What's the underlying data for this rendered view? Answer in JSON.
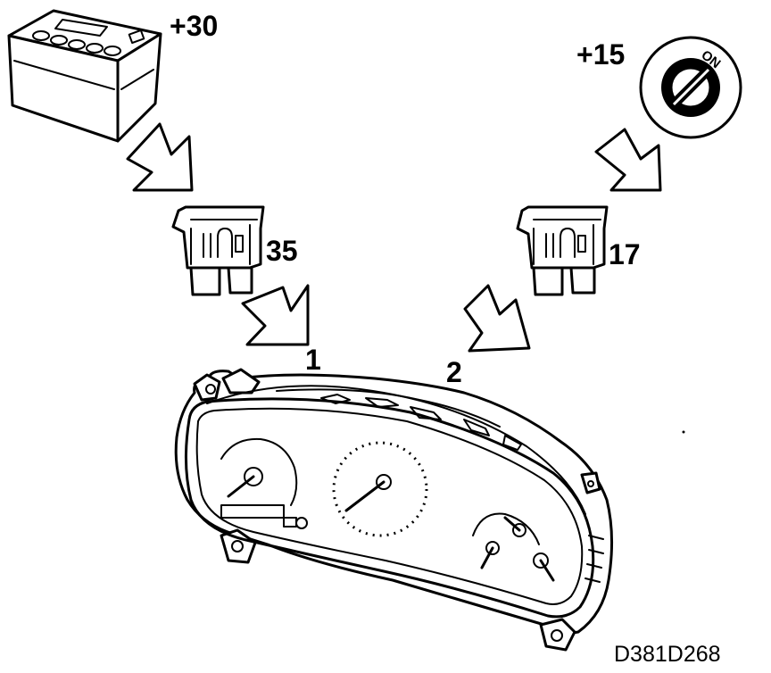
{
  "labels": {
    "battery_terminal": "+30",
    "ignition_terminal": "+15",
    "ignition_switch_marking": "ON",
    "fuse_left_number": "35",
    "fuse_right_number": "17",
    "connector_1": "1",
    "connector_2": "2",
    "figure_code": "D381D268"
  }
}
